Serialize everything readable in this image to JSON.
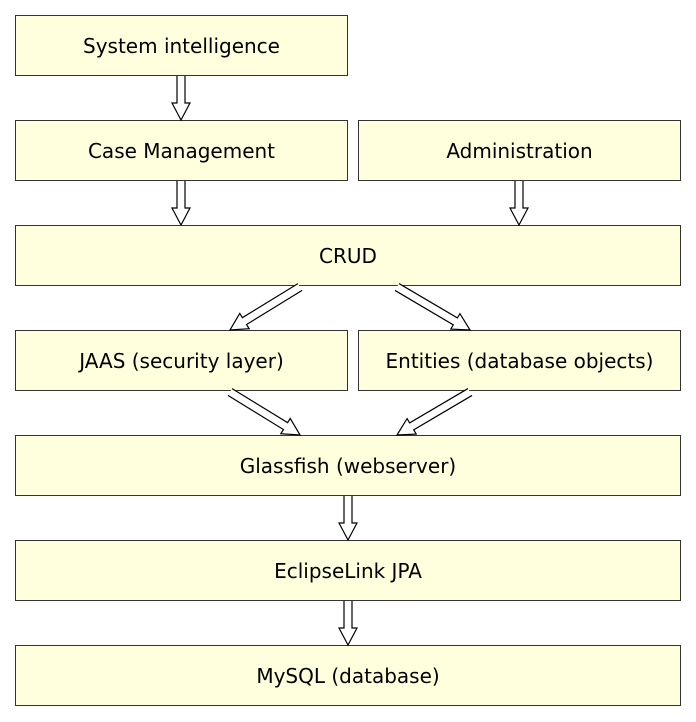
{
  "diagram": {
    "boxes": {
      "system_intelligence": "System intelligence",
      "case_management": "Case Management",
      "administration": "Administration",
      "crud": "CRUD",
      "jaas": "JAAS (security layer)",
      "entities": "Entities (database objects)",
      "glassfish": "Glassfish (webserver)",
      "eclipselink": "EclipseLink JPA",
      "mysql": "MySQL (database)"
    },
    "colors": {
      "box_fill": "#ffffdd",
      "box_border": "#333333",
      "arrow_fill": "#ffffff",
      "arrow_stroke": "#000000"
    }
  }
}
